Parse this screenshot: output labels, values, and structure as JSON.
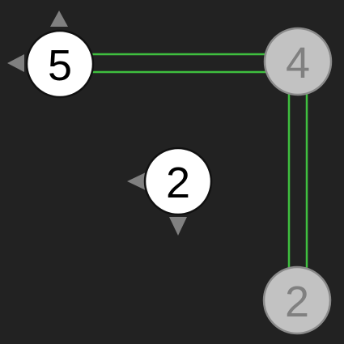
{
  "colors": {
    "background": "#222222",
    "bridge": "#3fbf3f",
    "arrow": "#808080",
    "active_fill": "#ffffff",
    "active_stroke": "#111111",
    "active_text": "#000000",
    "done_fill": "#c2c2c2",
    "done_stroke": "#8a8a8a",
    "done_text": "#808080"
  },
  "islands": {
    "top_left": {
      "number": "5",
      "state": "active"
    },
    "top_right": {
      "number": "4",
      "state": "complete"
    },
    "center": {
      "number": "2",
      "state": "active"
    },
    "bottom_right": {
      "number": "2",
      "state": "complete"
    }
  },
  "bridges": [
    {
      "from": "top_left",
      "to": "top_right",
      "count": 2
    },
    {
      "from": "top_right",
      "to": "bottom_right",
      "count": 2
    }
  ],
  "hint_arrows": {
    "top_left": [
      "up",
      "left"
    ],
    "center": [
      "left",
      "down"
    ]
  }
}
